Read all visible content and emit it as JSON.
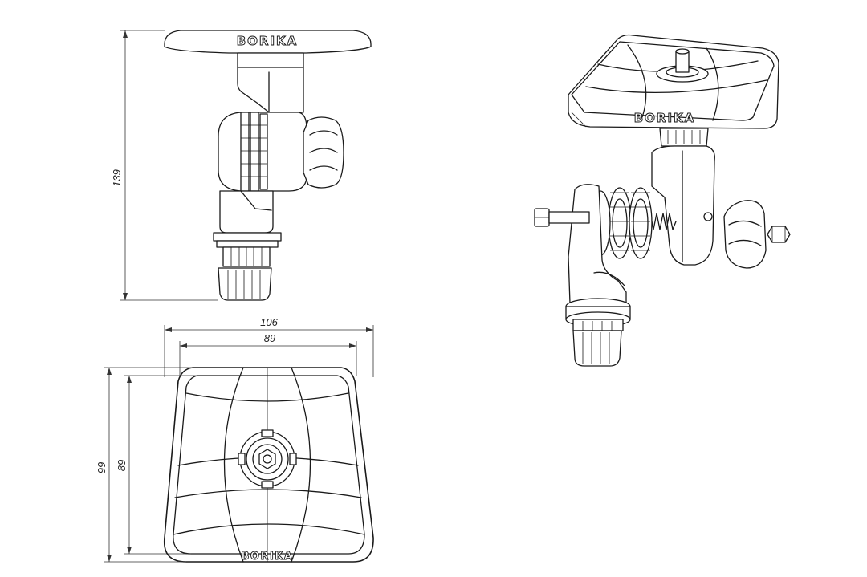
{
  "brand": "BORIKA",
  "dimensions": {
    "height_side": "139",
    "width_outer": "106",
    "width_inner": "89",
    "depth_outer": "99",
    "depth_inner": "89"
  }
}
